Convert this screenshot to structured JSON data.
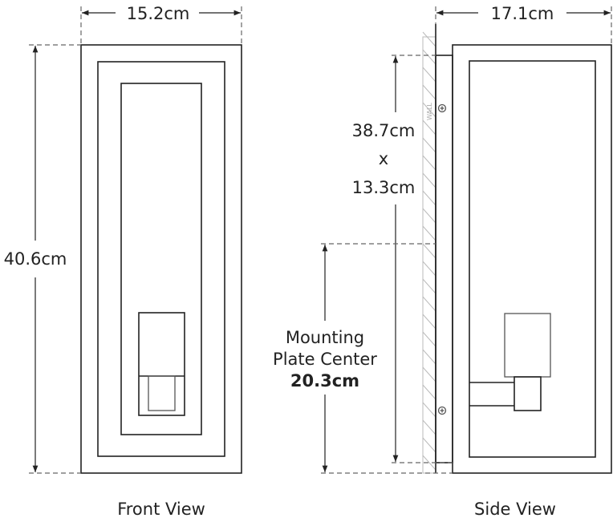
{
  "front_view": {
    "label": "Front View",
    "width_dim": "15.2cm",
    "height_dim": "40.6cm"
  },
  "side_view": {
    "label": "Side View",
    "depth_dim": "17.1cm",
    "backplate_dim_line1": "38.7cm",
    "backplate_dim_line2": "x",
    "backplate_dim_line3": "13.3cm",
    "mounting_line1": "Mounting",
    "mounting_line2": "Plate Center",
    "mounting_value": "20.3cm",
    "wall_label": "WALL"
  }
}
